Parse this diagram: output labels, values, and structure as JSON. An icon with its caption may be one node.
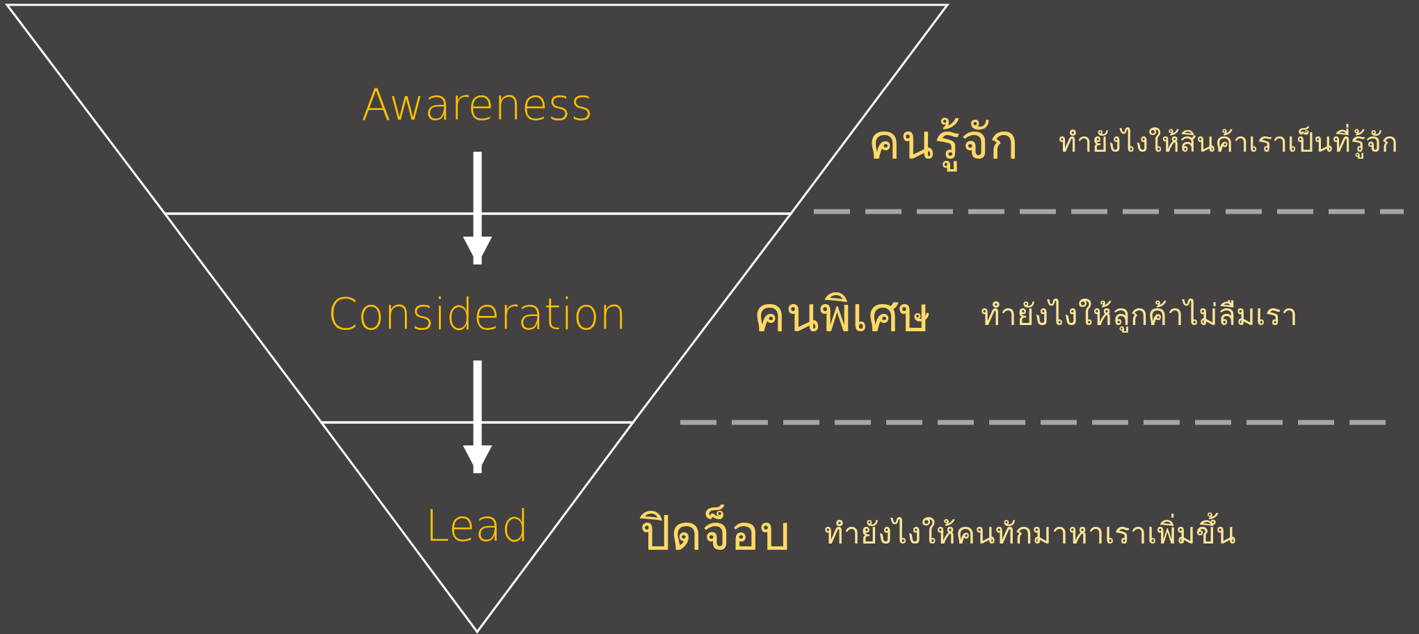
{
  "diagram": {
    "nodes": [
      {
        "text": [
          "Awareness"
        ]
      },
      {
        "text": [
          "Consideration"
        ]
      },
      {
        "text": [
          "Lead"
        ]
      }
    ],
    "edges": [
      {
        "from": 0,
        "to": 1,
        "arrow": "to"
      },
      {
        "from": 1,
        "to": 2,
        "arrow": "to"
      }
    ],
    "labels": [
      "คนรู้จัก",
      "ทำยังไงให้สินค้าเราเป็นที่รู้จัก",
      "คนพิเศษ",
      "ทำยังไงให้ลูกค้าไม่ลืมเรา",
      "ปิดจ็อบ",
      "ทำยังไงให้คนทักมาหาเราเพิ่มขึ้น"
    ]
  }
}
